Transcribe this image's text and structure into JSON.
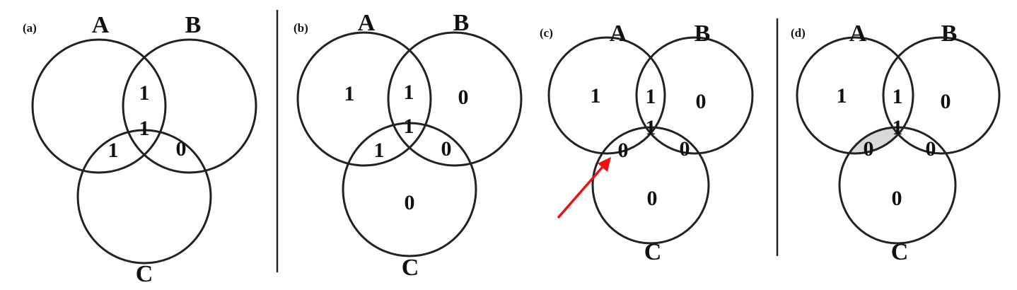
{
  "colors": {
    "stroke": "#222222",
    "text": "#111111",
    "shade": "#d9d9d9",
    "arrow": "#ee1111"
  },
  "panels": [
    {
      "tag": "(a)",
      "labels": {
        "a": "A",
        "b": "B",
        "c": "C"
      },
      "values": {
        "ab": "1",
        "abc": "1",
        "ac": "1",
        "bc": "0"
      }
    },
    {
      "tag": "(b)",
      "labels": {
        "a": "A",
        "b": "B",
        "c": "C"
      },
      "values": {
        "a_only": "1",
        "ab": "1",
        "b_only": "0",
        "abc": "1",
        "ac": "1",
        "bc": "0",
        "c_only": "0"
      }
    },
    {
      "tag": "(c)",
      "labels": {
        "a": "A",
        "b": "B",
        "c": "C"
      },
      "values": {
        "a_only": "1",
        "ab": "1",
        "b_only": "0",
        "abc": "1",
        "ac": "0",
        "bc": "0",
        "c_only": "0"
      },
      "arrow_target": "ac"
    },
    {
      "tag": "(d)",
      "labels": {
        "a": "A",
        "b": "B",
        "c": "C"
      },
      "values": {
        "a_only": "1",
        "ab": "1",
        "b_only": "0",
        "abc": "1",
        "ac": "0",
        "bc": "0",
        "c_only": "0"
      },
      "shaded_region": "ac"
    }
  ]
}
